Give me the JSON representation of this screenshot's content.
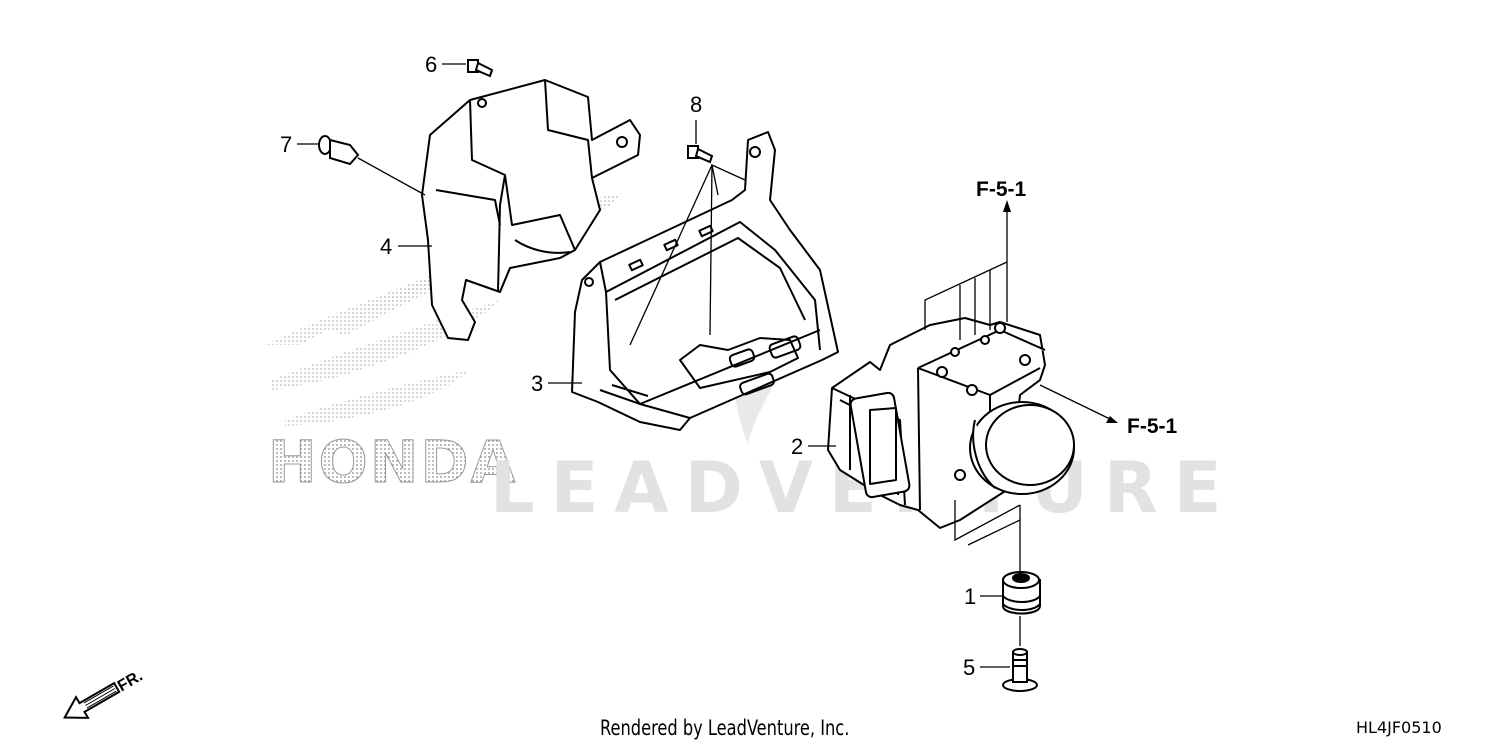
{
  "diagram": {
    "callouts": [
      "1",
      "2",
      "3",
      "4",
      "5",
      "6",
      "7",
      "8"
    ],
    "references": [
      "F-5-1",
      "F-5-1"
    ],
    "watermark": "LEADVENTURE",
    "brand_mark": "HONDA",
    "front_indicator": "FR.",
    "credit": "Rendered by LeadVenture, Inc.",
    "diagram_code": "HL4JF0510"
  }
}
